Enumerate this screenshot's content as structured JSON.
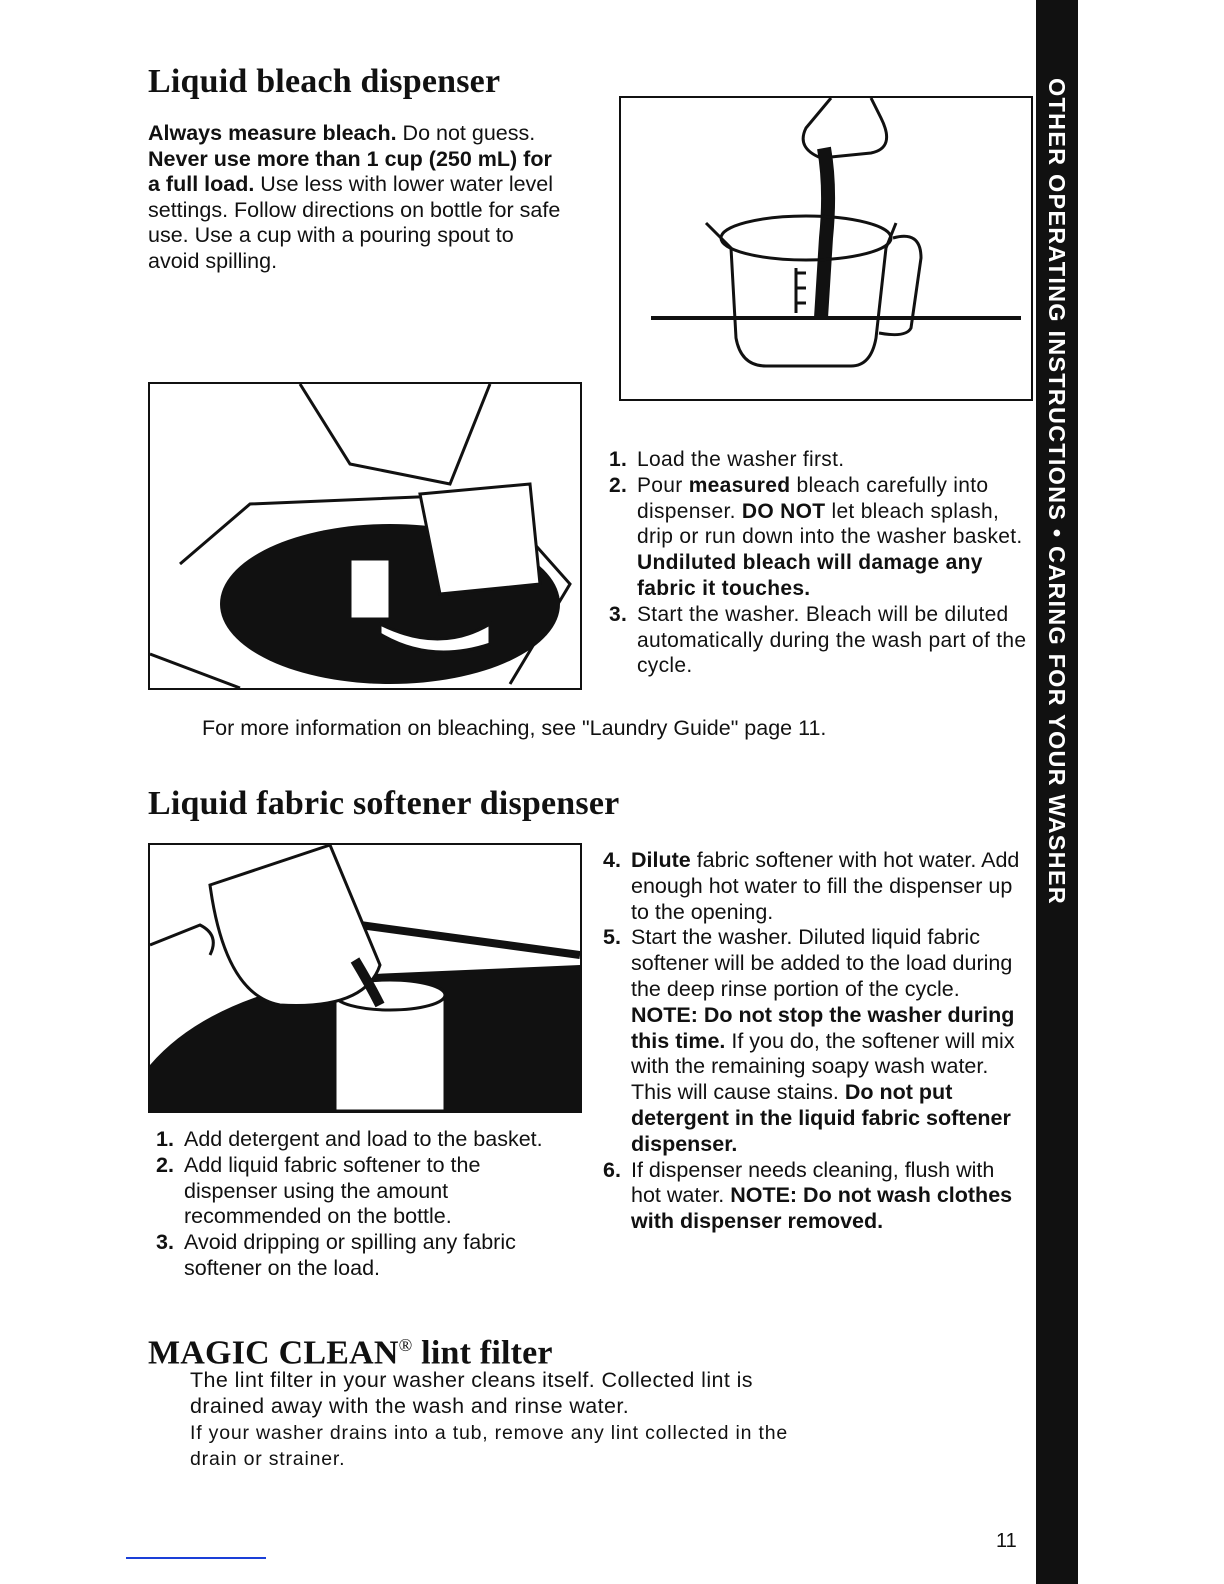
{
  "sidebar": {
    "text": "OTHER OPERATING INSTRUCTIONS • CARING FOR YOUR WASHER"
  },
  "bleach": {
    "title": "Liquid bleach dispenser",
    "intro": {
      "bold1": "Always measure bleach.",
      "text1": " Do not guess. ",
      "bold2": "Never use more than 1 cup (250 mL) for a full load.",
      "text2": " Use less with lower water level settings. Follow directions on bottle for safe use. Use a cup with a pouring spout to avoid spilling."
    },
    "steps": [
      {
        "num": "1.",
        "text": "Load the washer first."
      },
      {
        "num": "2.",
        "t1": "Pour ",
        "b1": "measured",
        "t2": " bleach carefully into dispenser. ",
        "b2": "DO NOT",
        "t3": " let bleach splash, drip or run down into the washer basket. ",
        "b3": "Undiluted bleach will damage any fabric it touches."
      },
      {
        "num": "3.",
        "text": "Start the washer. Bleach will be diluted automatically during the wash part of the cycle."
      }
    ],
    "more_info": "For more information on bleaching, see \"Laundry Guide\" page 11."
  },
  "softener": {
    "title": "Liquid fabric softener dispenser",
    "steps_left": [
      {
        "num": "1.",
        "text": "Add detergent and load to the basket."
      },
      {
        "num": "2.",
        "text": "Add liquid fabric softener to the dispenser using the amount recommended on the bottle."
      },
      {
        "num": "3.",
        "text": "Avoid dripping or spilling any fabric softener on the load."
      }
    ],
    "step4": {
      "num": "4.",
      "b1": "Dilute",
      "t1": " fabric softener with hot water. Add enough hot water to fill the dispenser up to the opening."
    },
    "step5": {
      "num": "5.",
      "t1": "Start the washer. Diluted liquid fabric softener will be added to the load during the deep rinse portion of the cycle.",
      "b1": "NOTE: Do not stop the washer during this time.",
      "t2": " If you do, the softener will mix with the remaining soapy wash water. This will cause stains. ",
      "b2": "Do not put detergent in the liquid fabric softener dispenser."
    },
    "step6": {
      "num": "6.",
      "t1": "If dispenser needs cleaning, flush with hot water. ",
      "b1": "NOTE: Do not wash clothes with dispenser removed."
    }
  },
  "lint": {
    "title_main": "MAGIC CLEAN",
    "title_reg": "®",
    "title_rest": " lint filter",
    "p1": "The lint filter in your washer cleans itself. Collected lint is drained away with the wash and rinse water.",
    "p2": "If your washer drains into a tub, remove any lint collected in the drain or strainer."
  },
  "page_number": "11"
}
